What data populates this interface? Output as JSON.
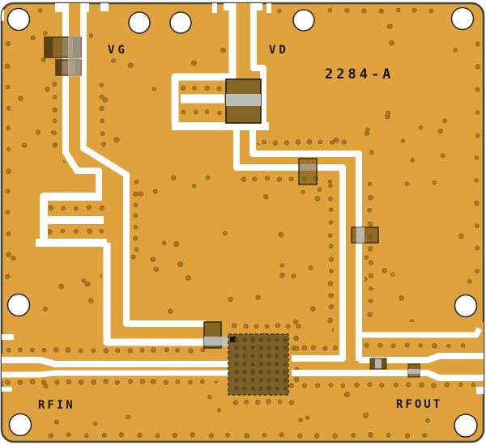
{
  "board": {
    "id_label": "2284-A",
    "silkscreen_labels": {
      "gate_bias": "VG",
      "drain_bias": "VD",
      "rf_input": "RFIN",
      "rf_output": "RFOUT"
    },
    "mounting_hole_count": 9,
    "colors": {
      "substrate_gold": "#dfa23c",
      "clearance_white": "#ffffff",
      "via_dot": "#a9771f",
      "component_body": "#8a6a27",
      "solder_band_gray": "#b9bdb9",
      "ic_body": "#7b6126",
      "silkscreen_text": "#161616",
      "board_outline": "#45413b"
    }
  }
}
